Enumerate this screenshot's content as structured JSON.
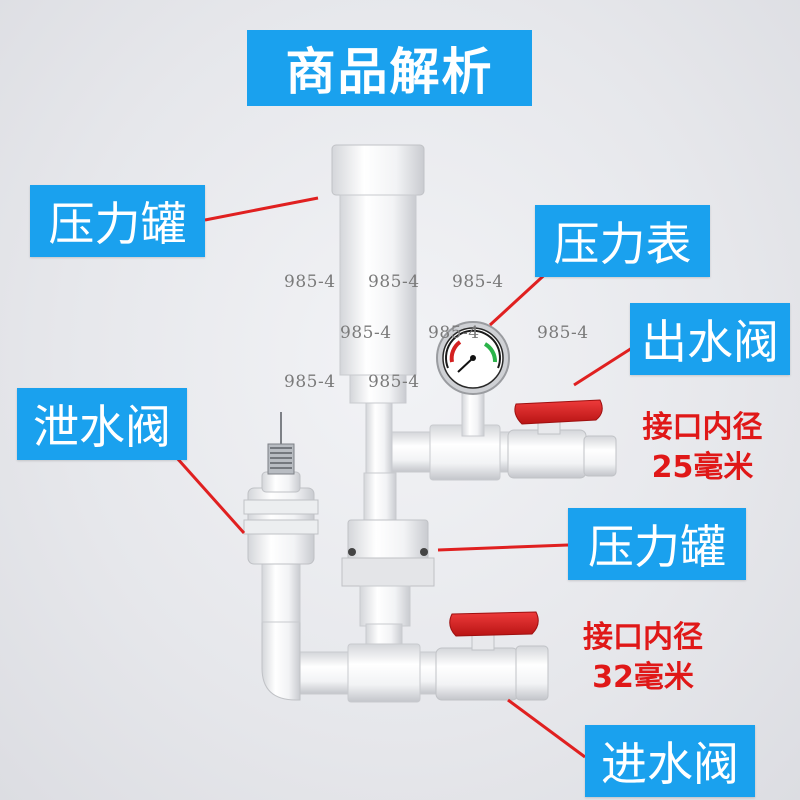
{
  "title": "商品解析",
  "labels": {
    "tank_top": "压力罐",
    "gauge": "压力表",
    "outlet_valve": "出水阀",
    "drain_valve": "泄水阀",
    "tank_mid": "压力罐",
    "inlet_valve": "进水阀"
  },
  "specs": {
    "outlet_line1": "接口内径",
    "outlet_line2": "25毫米",
    "inlet_line1": "接口内径",
    "inlet_line2": "32毫米"
  },
  "watermarks": [
    "985-4",
    "985-4",
    "985-4",
    "985-4",
    "985-4",
    "985-4",
    "985-4",
    "985-4"
  ],
  "colors": {
    "label_bg": "#1aa1ee",
    "label_text": "#ffffff",
    "spec_text": "#e01818",
    "leader_line": "#e02020",
    "valve_handle": "#d81e1e"
  }
}
